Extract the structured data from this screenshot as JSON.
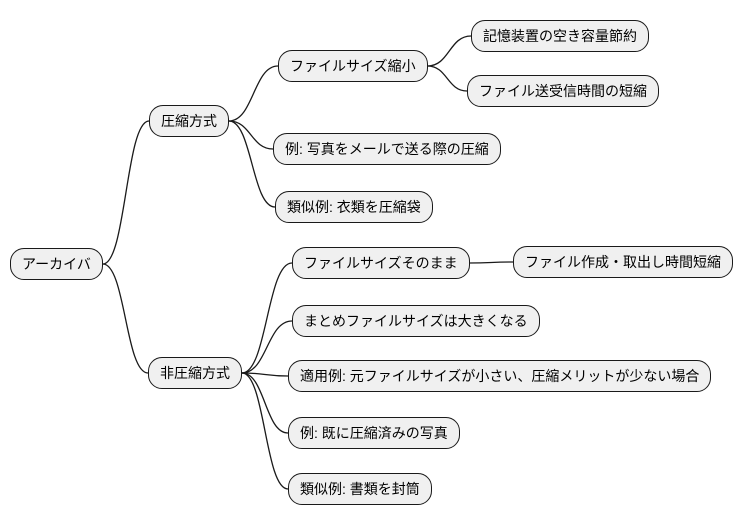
{
  "diagram": {
    "type": "mindmap",
    "root": {
      "label": "アーカイバ",
      "children": [
        {
          "label": "圧縮方式",
          "children": [
            {
              "label": "ファイルサイズ縮小",
              "children": [
                {
                  "label": "記憶装置の空き容量節約"
                },
                {
                  "label": "ファイル送受信時間の短縮"
                }
              ]
            },
            {
              "label": "例: 写真をメールで送る際の圧縮"
            },
            {
              "label": "類似例: 衣類を圧縮袋"
            }
          ]
        },
        {
          "label": "非圧縮方式",
          "children": [
            {
              "label": "ファイルサイズそのまま",
              "children": [
                {
                  "label": "ファイル作成・取出し時間短縮"
                }
              ]
            },
            {
              "label": "まとめファイルサイズは大きくなる"
            },
            {
              "label": "適用例: 元ファイルサイズが小さい、圧縮メリットが少ない場合"
            },
            {
              "label": "例: 既に圧縮済みの写真"
            },
            {
              "label": "類似例: 書類を封筒"
            }
          ]
        }
      ]
    },
    "colors": {
      "background": "#ffffff",
      "node_fill": "#f0f0f0",
      "node_border": "#1a1a1a",
      "edge": "#1a1a1a",
      "text": "#000000"
    }
  }
}
